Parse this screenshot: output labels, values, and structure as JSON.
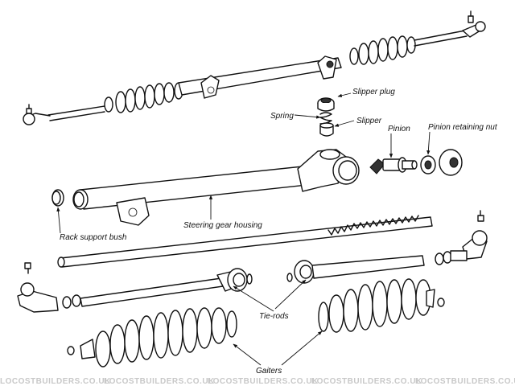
{
  "labels": {
    "slipper_plug": "Slipper plug",
    "spring": "Spring",
    "slipper": "Slipper",
    "pinion": "Pinion",
    "pinion_retaining_nut": "Pinion retaining nut",
    "steering_gear_housing": "Steering gear housing",
    "rack_support_bush": "Rack support bush",
    "tie_rods": "Tie-rods",
    "gaiters": "Gaiters"
  },
  "watermark": {
    "text": "LOCOSTBUILDERS.CO.UK",
    "color": "#c8c8c8"
  }
}
